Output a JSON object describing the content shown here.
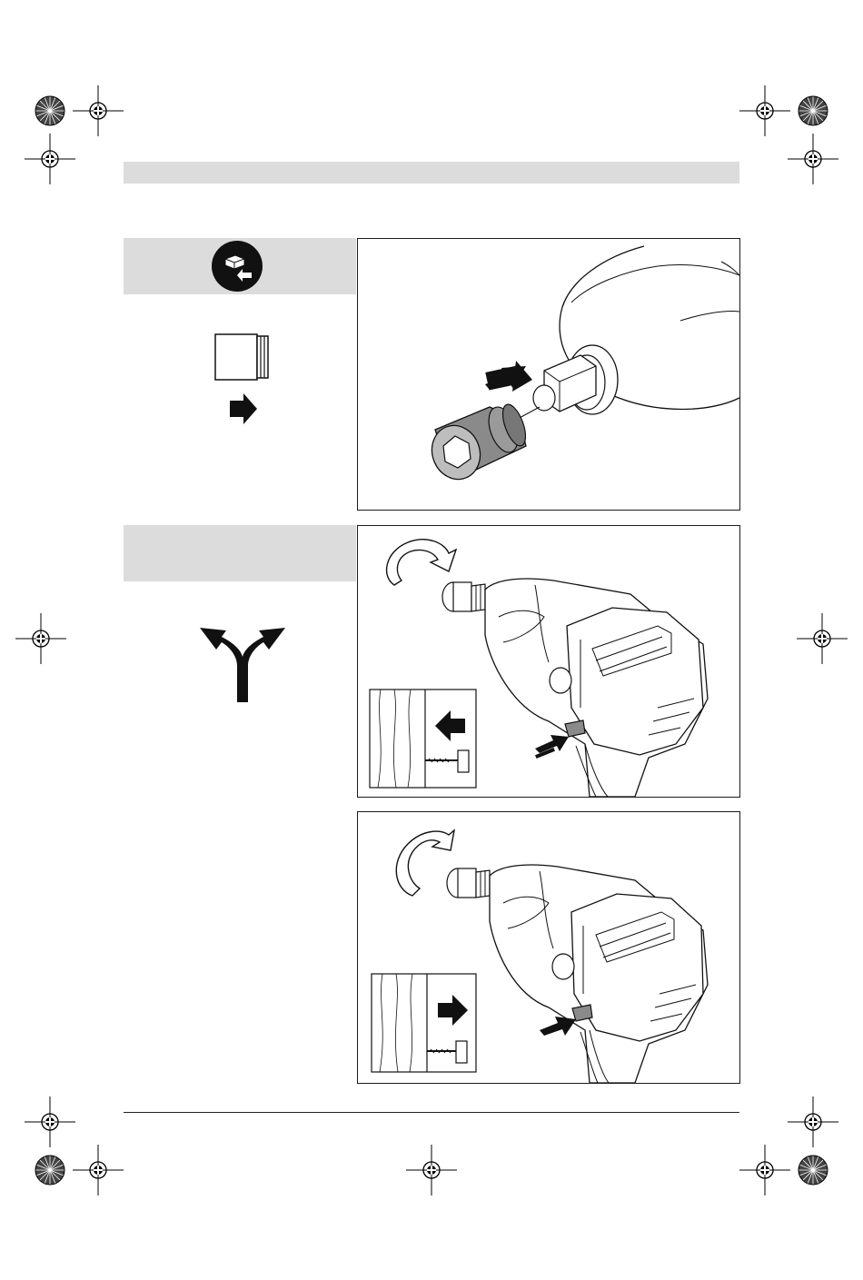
{
  "page": {
    "header_band": {
      "text": ""
    },
    "footer_rule": true
  },
  "sections": [
    {
      "name": "change-tool",
      "band_icon": "tool-change-icon",
      "side_icons": [
        "socket-icon",
        "arrow-right-icon"
      ],
      "figure": "socket-onto-anvil-figure"
    },
    {
      "name": "rotation-direction",
      "band_icon": "",
      "side_icons": [
        "fork-arrow-icon"
      ],
      "figures": [
        "reverse-rotation-figure",
        "forward-rotation-figure"
      ]
    }
  ],
  "icons": {
    "registration_marks": "registration-mark-icon",
    "color_targets": "color-target-icon"
  },
  "colors": {
    "band": "#dcdcdc",
    "ink": "#1a1a1a",
    "socket_gray": "#8a8a8a"
  }
}
